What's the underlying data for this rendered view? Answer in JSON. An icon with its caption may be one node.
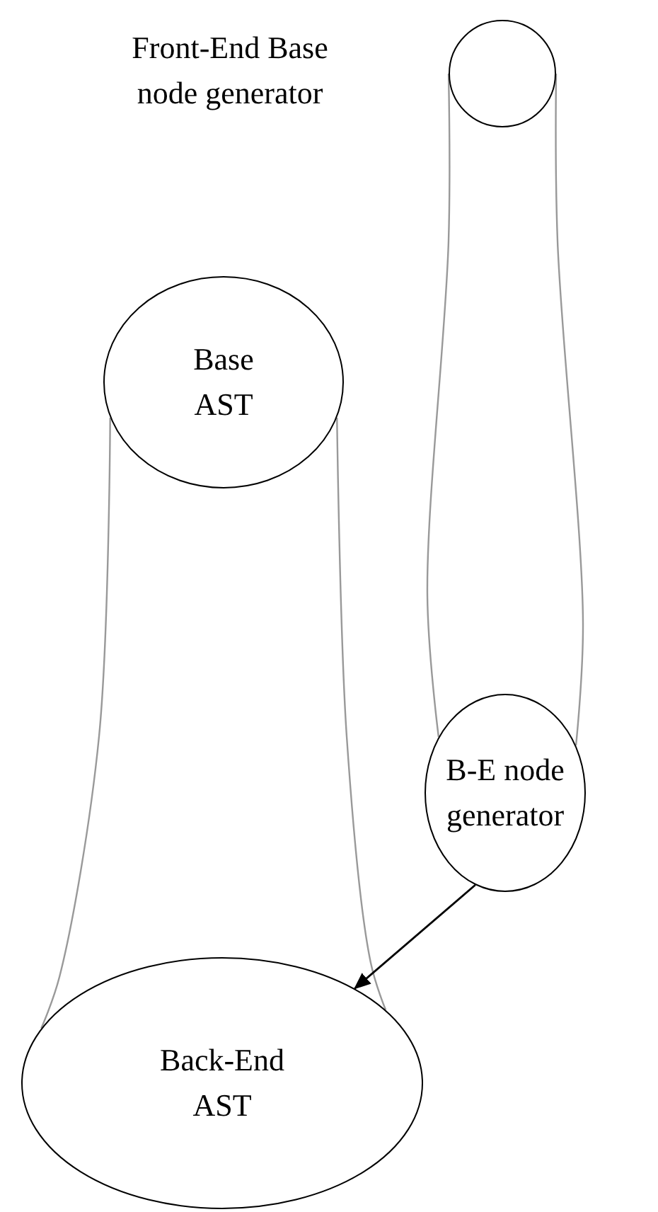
{
  "diagram": {
    "nodes": [
      {
        "text": [],
        "shape": "circle",
        "beside": [
          "Front-End Base node generator"
        ]
      },
      {
        "text": [
          "Base AST"
        ]
      },
      {
        "text": [
          "B-E node generator"
        ]
      },
      {
        "text": [
          "Back-End AST"
        ]
      }
    ],
    "edges": [
      {
        "from": 0,
        "to": 2,
        "arrow": "none",
        "color": "#999999"
      },
      {
        "from": 0,
        "to": 2,
        "arrow": "none",
        "color": "#999999"
      },
      {
        "from": 1,
        "to": 3,
        "arrow": "none",
        "color": "#999999"
      },
      {
        "from": 1,
        "to": 3,
        "arrow": "none",
        "color": "#999999"
      },
      {
        "from": 2,
        "to": 3,
        "arrow": "to",
        "color": "#000000"
      }
    ]
  }
}
